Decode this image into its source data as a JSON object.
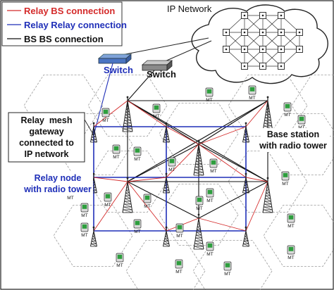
{
  "legend": {
    "items": [
      {
        "label": "Relay BS connection",
        "color": "#d42a2a"
      },
      {
        "label": "Relay Relay connection",
        "color": "#1f2fb8"
      },
      {
        "label": "BS BS connection",
        "color": "#111111"
      }
    ]
  },
  "cloud": {
    "title": "IP Network"
  },
  "switches": [
    "Switch",
    "Switch"
  ],
  "labels": {
    "gateway": [
      "Relay  mesh",
      "gateway",
      "connected to",
      "IP network"
    ],
    "relay_node": [
      "Relay node",
      "with radio tower"
    ],
    "base_station": [
      "Base station",
      "with radio tower"
    ]
  },
  "mt_label": "MT",
  "colors": {
    "relay_bs": "#d42a2a",
    "relay_relay": "#1f2fb8",
    "bs_bs": "#111111",
    "mt_screen": "#2e9e3e"
  }
}
